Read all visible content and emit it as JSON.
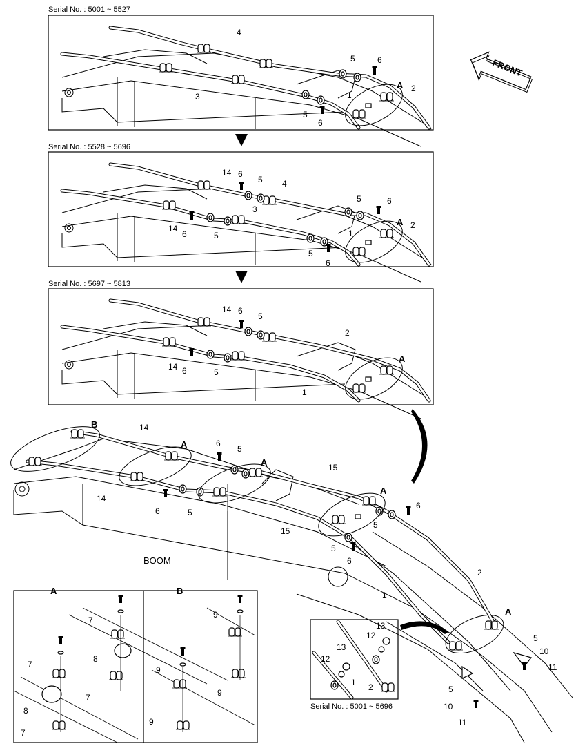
{
  "serials": {
    "s1": "Serial No. : 5001 ~ 5527",
    "s2": "Serial No. : 5528 ~ 5696",
    "s3": "Serial No. : 5697 ~ 5813",
    "s4": "Serial No. : 5001 ~ 5696"
  },
  "front_label": "FRONT",
  "boom_label": "BOOM",
  "detail_labels": {
    "a": "A",
    "b": "B"
  },
  "part_numbers": [
    "1",
    "2",
    "3",
    "4",
    "5",
    "6",
    "7",
    "8",
    "9",
    "10",
    "11",
    "12",
    "13",
    "14",
    "15"
  ]
}
